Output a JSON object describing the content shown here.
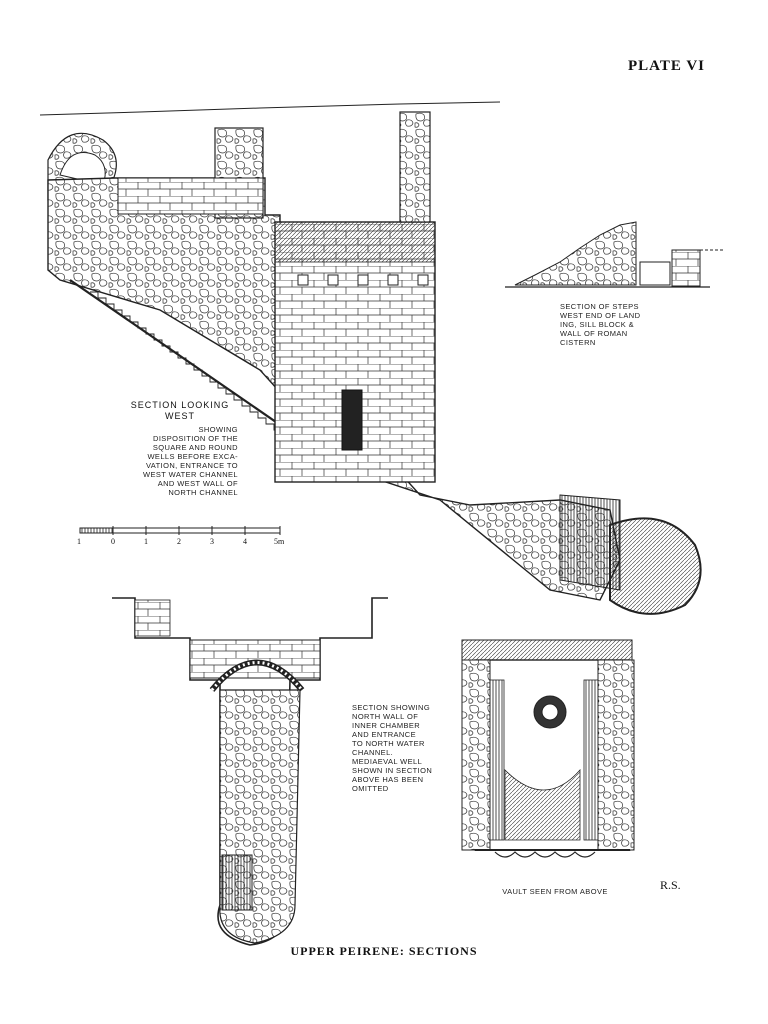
{
  "plate": {
    "label": "PLATE VI"
  },
  "caption": "UPPER PEIRENE: SECTIONS",
  "signature": "R.S.",
  "section_west": {
    "heading": "SECTION\nLOOKING WEST",
    "description": "SHOWING\nDISPOSITION OF THE\nSQUARE AND ROUND\nWELLS BEFORE EXCA-\nVATION, ENTRANCE TO\nWEST WATER CHANNEL\nAND WEST WALL OF\nNORTH CHANNEL"
  },
  "section_steps": {
    "description": "SECTION OF STEPS\nWEST END OF LAND\nING, SILL BLOCK &\nWALL OF ROMAN\nCISTERN"
  },
  "section_north": {
    "description": "SECTION SHOWING\nNORTH WALL OF\nINNER CHAMBER\nAND ENTRANCE\nTO NORTH WATER\nCHANNEL.\nMEDIAEVAL WELL\nSHOWN IN SECTION\nABOVE HAS BEEN\nOMITTED"
  },
  "vault": {
    "label": "VAULT SEEN FROM ABOVE"
  },
  "scale_bar": {
    "ticks": [
      "1",
      "0",
      "1",
      "2",
      "3",
      "4",
      "5m"
    ]
  }
}
